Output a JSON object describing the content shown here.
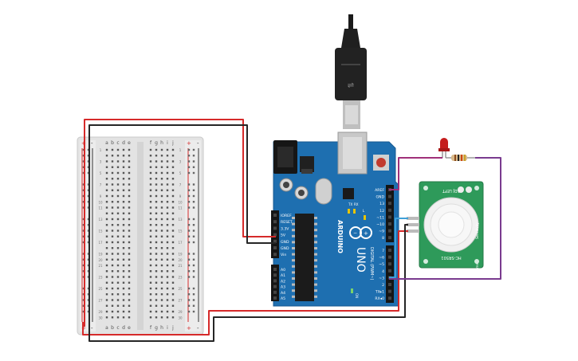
{
  "breadboard": {
    "columns_left": [
      "a",
      "b",
      "c",
      "d",
      "e"
    ],
    "columns_right": [
      "f",
      "g",
      "h",
      "i",
      "j"
    ],
    "rows": 30,
    "rail_plus": "+",
    "rail_minus": "-"
  },
  "arduino": {
    "model": "UNO",
    "brand": "ARDUINO",
    "power_pins": [
      "IOREF",
      "RESET",
      "3.3V",
      "5V",
      "GND",
      "GND",
      "Vin"
    ],
    "analog_pins": [
      "A0",
      "A1",
      "A2",
      "A3",
      "A4",
      "A5"
    ],
    "top_pins": [
      "AREF",
      "GND",
      "13",
      "12",
      "~11",
      "~10",
      "~9",
      "8"
    ],
    "bottom_pins": [
      "7",
      "~6",
      "~5",
      "4",
      "~3",
      "2",
      "TX▸1",
      "RX◂0"
    ],
    "digital_label": "DIGITAL (PWM~)",
    "led_labels": [
      "TX",
      "RX"
    ],
    "on_label": "ON",
    "l_label": "L"
  },
  "pir": {
    "top_label": "ADJ LEFT",
    "bottom_label": "HC-SR501",
    "side_labels": [
      "Sensitivity",
      "Time"
    ]
  },
  "colors": {
    "board_blue": "#1e6fb0",
    "wire_red": "#d62a2a",
    "wire_black": "#262626",
    "wire_purple": "#7a3b8f",
    "wire_blue": "#3fa0d8",
    "led_red": "#c51d1d"
  }
}
